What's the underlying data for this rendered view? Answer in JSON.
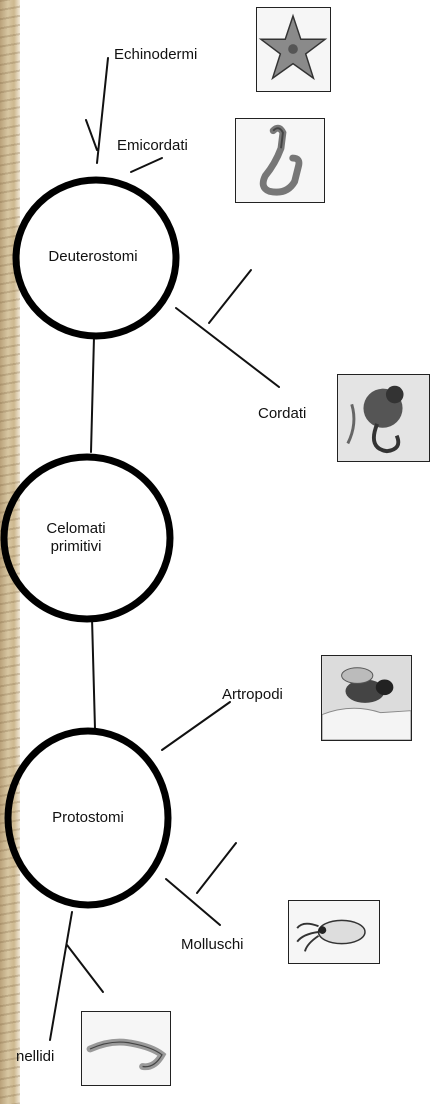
{
  "nodes": {
    "deuterostomi": "Deuterostomi",
    "celomati": "Celomati\nprimitivi",
    "protostomi": "Protostomi"
  },
  "groups": {
    "echinodermi": {
      "label": "Echinodermi",
      "icon": "starfish-icon"
    },
    "emicordati": {
      "label": "Emicordati",
      "icon": "acorn-worm-icon"
    },
    "cordati": {
      "label": "Cordati",
      "icon": "primate-icon"
    },
    "artropodi": {
      "label": "Artropodi",
      "icon": "bee-icon"
    },
    "molluschi": {
      "label": "Molluschi",
      "icon": "squid-icon"
    },
    "anellidi": {
      "label": "nellidi",
      "icon": "earthworm-icon"
    }
  }
}
